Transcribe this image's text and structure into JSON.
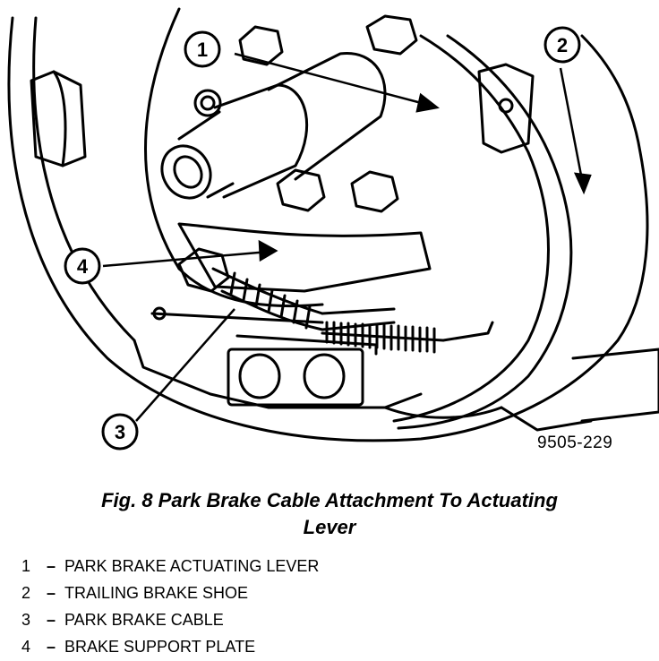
{
  "figure": {
    "code": "9505-229",
    "caption_line1": "Fig. 8 Park Brake Cable Attachment To Actuating",
    "caption_line2": "Lever"
  },
  "callouts": [
    "1",
    "2",
    "3",
    "4"
  ],
  "legend": [
    {
      "num": "1",
      "dash": "–",
      "text": "PARK BRAKE ACTUATING LEVER"
    },
    {
      "num": "2",
      "dash": "–",
      "text": "TRAILING BRAKE SHOE"
    },
    {
      "num": "3",
      "dash": "–",
      "text": "PARK BRAKE CABLE"
    },
    {
      "num": "4",
      "dash": "–",
      "text": "BRAKE SUPPORT PLATE"
    }
  ]
}
